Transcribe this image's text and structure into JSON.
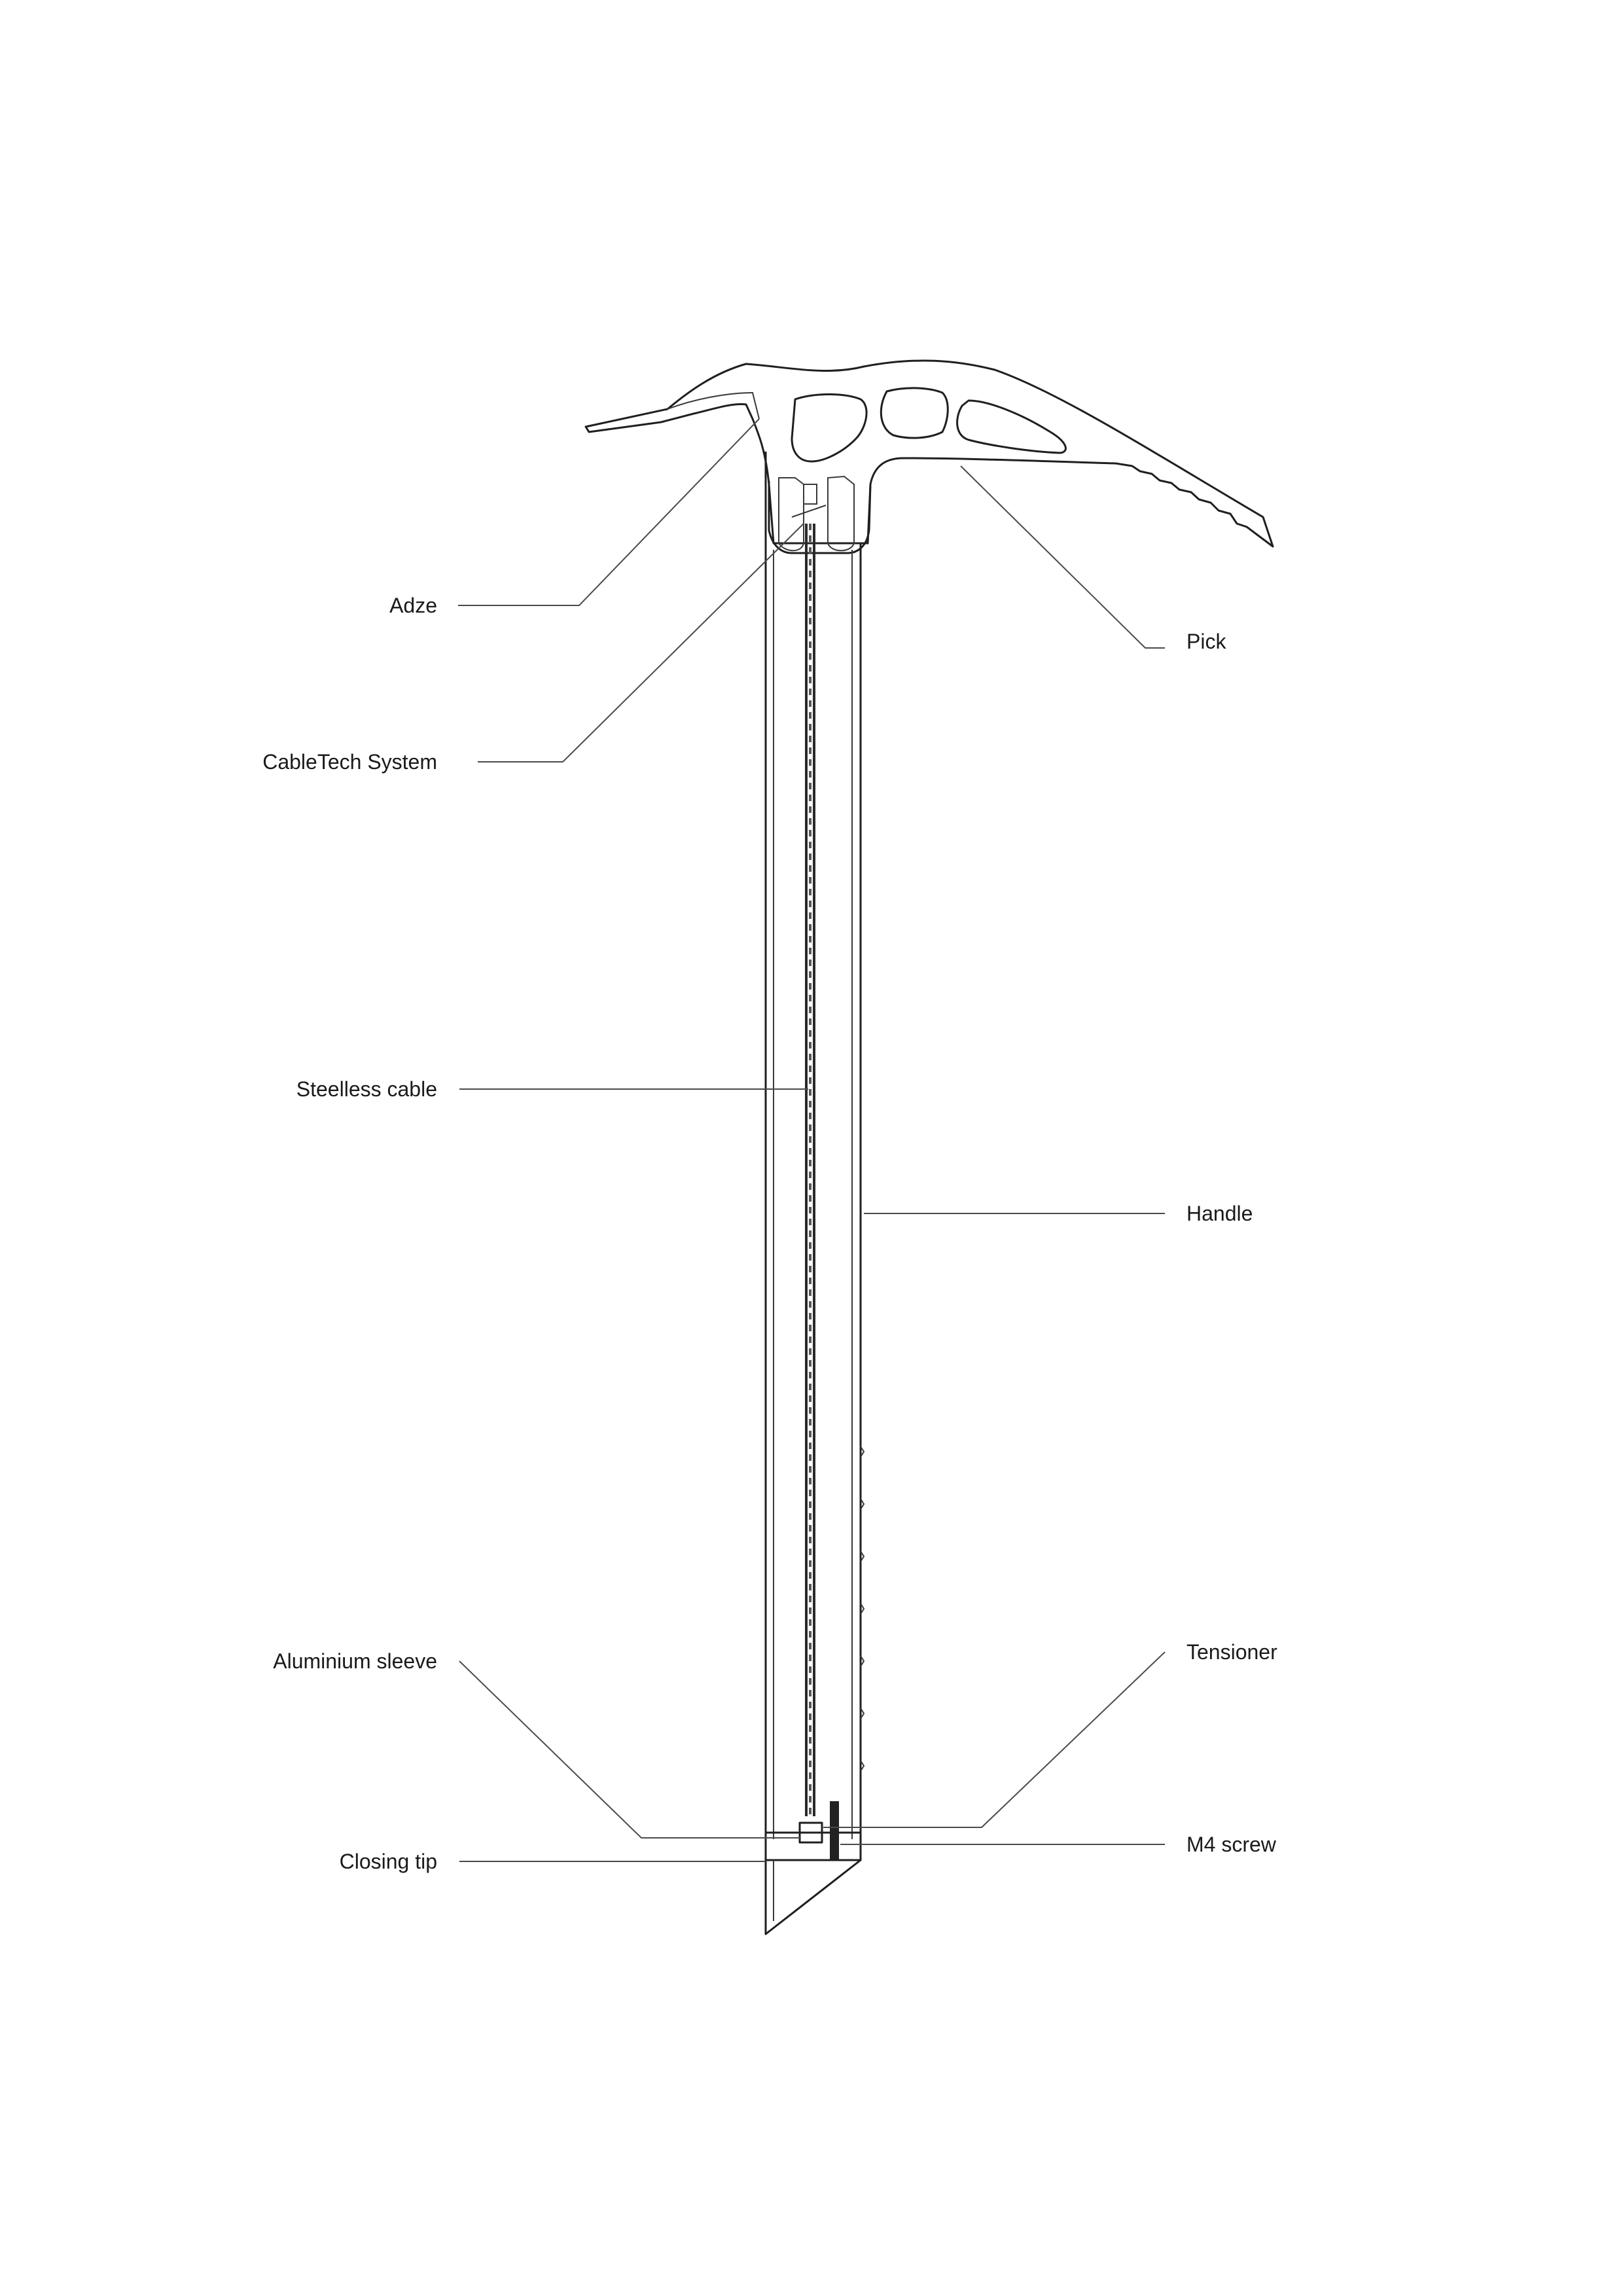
{
  "labels": {
    "adze": "Adze",
    "cabletech": "CableTech System",
    "steelless_cable": "Steelless cable",
    "aluminium_sleeve": "Aluminium sleeve",
    "closing_tip": "Closing tip",
    "pick": "Pick",
    "handle": "Handle",
    "tensioner": "Tensioner",
    "m4_screw": "M4 screw"
  },
  "colors": {
    "line": "#1f1f1f",
    "leader": "#4a4a4a",
    "text": "#1a1a1a",
    "background": "#ffffff"
  }
}
